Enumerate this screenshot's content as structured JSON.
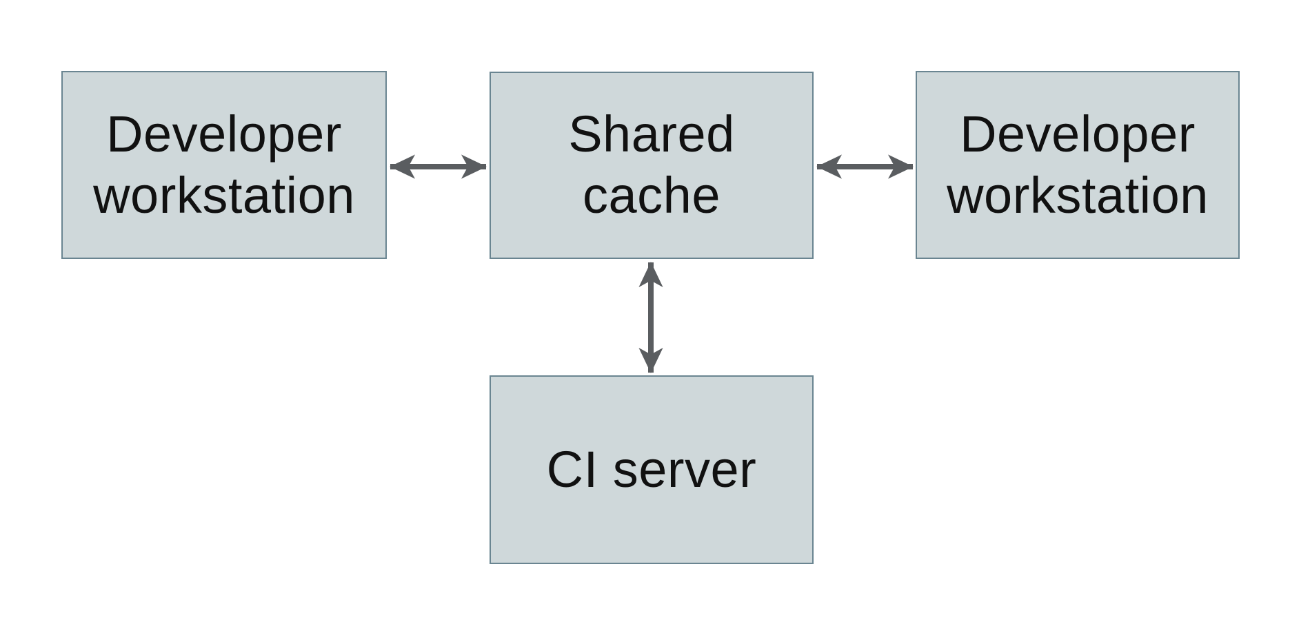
{
  "diagram": {
    "type": "architecture-diagram",
    "nodes": [
      {
        "id": "developer-workstation-left",
        "label": "Developer\nworkstation"
      },
      {
        "id": "shared-cache",
        "label": "Shared\ncache"
      },
      {
        "id": "developer-workstation-right",
        "label": "Developer\nworkstation"
      },
      {
        "id": "ci-server",
        "label": "CI server"
      }
    ],
    "edges": [
      {
        "from": "developer-workstation-left",
        "to": "shared-cache",
        "direction": "bidirectional"
      },
      {
        "from": "shared-cache",
        "to": "developer-workstation-right",
        "direction": "bidirectional"
      },
      {
        "from": "shared-cache",
        "to": "ci-server",
        "direction": "bidirectional"
      }
    ],
    "colors": {
      "background": "#ffffff",
      "node_fill": "#cfd8da",
      "node_border": "#6a8591",
      "arrow": "#5a5d60",
      "text": "#111111"
    }
  }
}
